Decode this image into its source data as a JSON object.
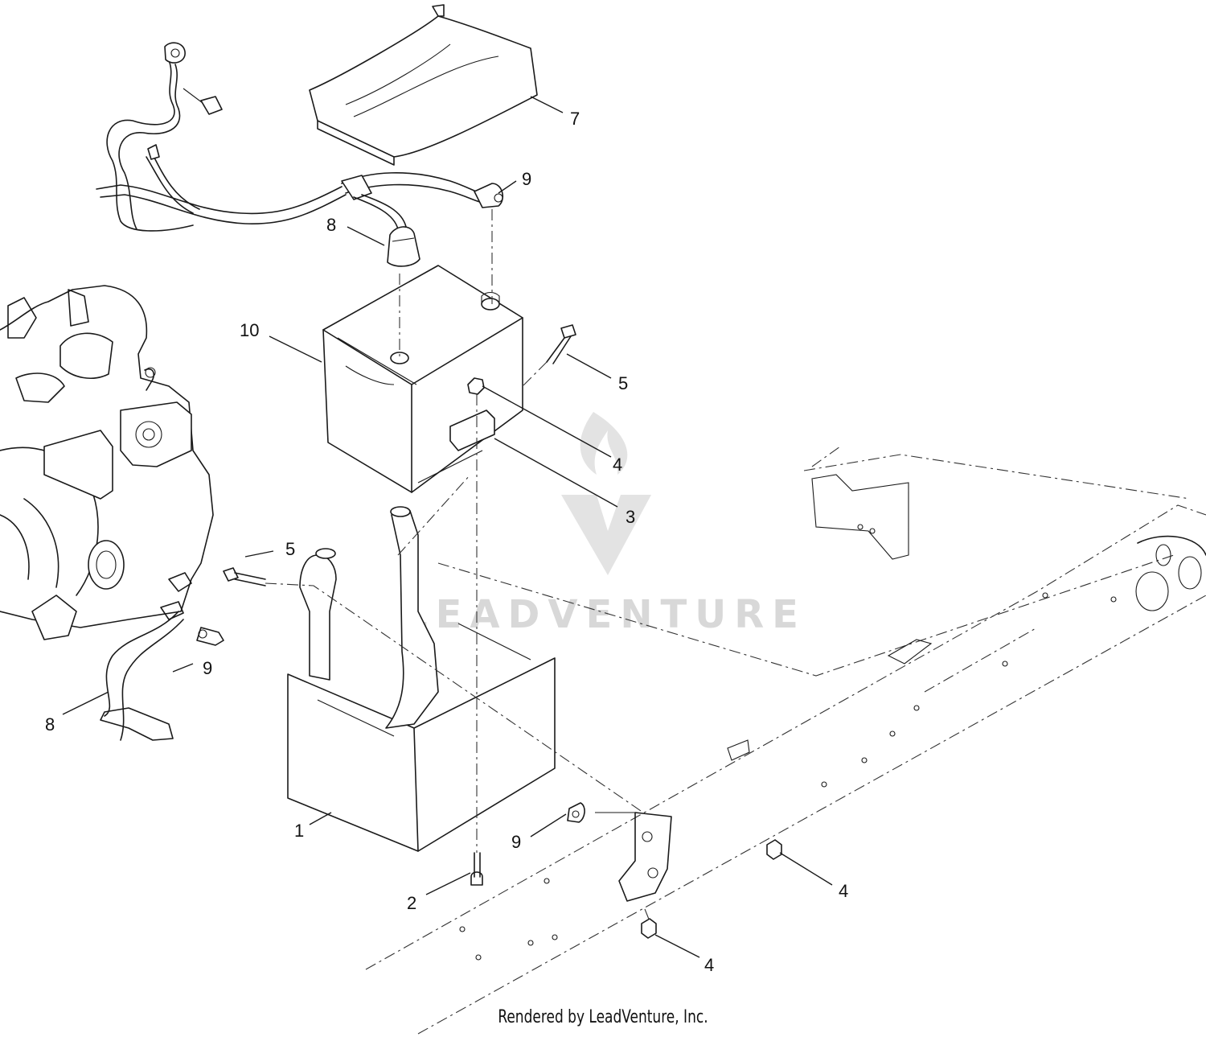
{
  "callouts": {
    "c1": "1",
    "c2": "2",
    "c3": "3",
    "c4a": "4",
    "c4b": "4",
    "c4c": "4",
    "c5a": "5",
    "c5b": "5",
    "c7": "7",
    "c8a": "8",
    "c8b": "8",
    "c9a": "9",
    "c9b": "9",
    "c9c": "9",
    "c10": "10"
  },
  "watermark": {
    "text": "LEADVENTURE"
  },
  "footer": {
    "text": "Rendered by LeadVenture, Inc."
  }
}
